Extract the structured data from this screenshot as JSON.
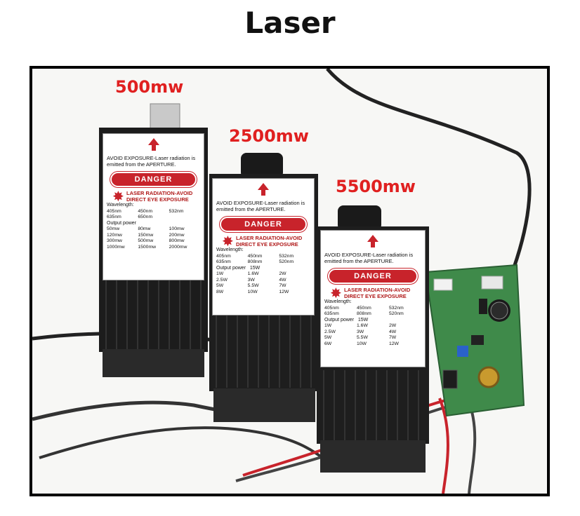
{
  "title": "Laser",
  "modules": [
    {
      "power": "500mw",
      "warning": "AVOID EXPOSURE-Laser radiation is emitted from the APERTURE.",
      "danger": "DANGER",
      "radiation": "LASER RADIATION-AVOID DIRECT EYE EXPOSURE",
      "wavelength_label": "Wavelength:",
      "wavelengths": [
        "405nm",
        "450nm",
        "532nm",
        "635nm",
        "650nm"
      ],
      "output_label": "Output power",
      "outputs": [
        "50mw",
        "80mw",
        "100mw",
        "120mw",
        "150mw",
        "200mw",
        "300mw",
        "500mw",
        "800mw",
        "1000mw",
        "1500mw",
        "2000mw"
      ]
    },
    {
      "power": "2500mw",
      "warning": "AVOID EXPOSURE-Laser radiation is emitted from the APERTURE.",
      "danger": "DANGER",
      "radiation": "LASER RADIATION-AVOID DIRECT EYE EXPOSURE",
      "wavelength_label": "Wavelength:",
      "wavelengths": [
        "405nm",
        "450nm",
        "532nm",
        "635nm",
        "808nm",
        "520nm"
      ],
      "output_label": "Output power",
      "outputs": [
        "15W",
        "1W",
        "1.6W",
        "2W",
        "2.5W",
        "3W",
        "4W",
        "5W",
        "5.5W",
        "7W",
        "8W",
        "10W",
        "12W"
      ]
    },
    {
      "power": "5500mw",
      "warning": "AVOID EXPOSURE-Laser radiation is emitted from the APERTURE.",
      "danger": "DANGER",
      "radiation": "LASER RADIATION-AVOID DIRECT EYE EXPOSURE",
      "wavelength_label": "Wavelength:",
      "wavelengths": [
        "405nm",
        "450nm",
        "532nm",
        "635nm",
        "808nm",
        "520nm"
      ],
      "output_label": "Output power",
      "outputs": [
        "15W",
        "1W",
        "1.6W",
        "2W",
        "2.5W",
        "3W",
        "4W",
        "5W",
        "5.5W",
        "7W",
        "6W",
        "10W",
        "12W"
      ]
    }
  ]
}
